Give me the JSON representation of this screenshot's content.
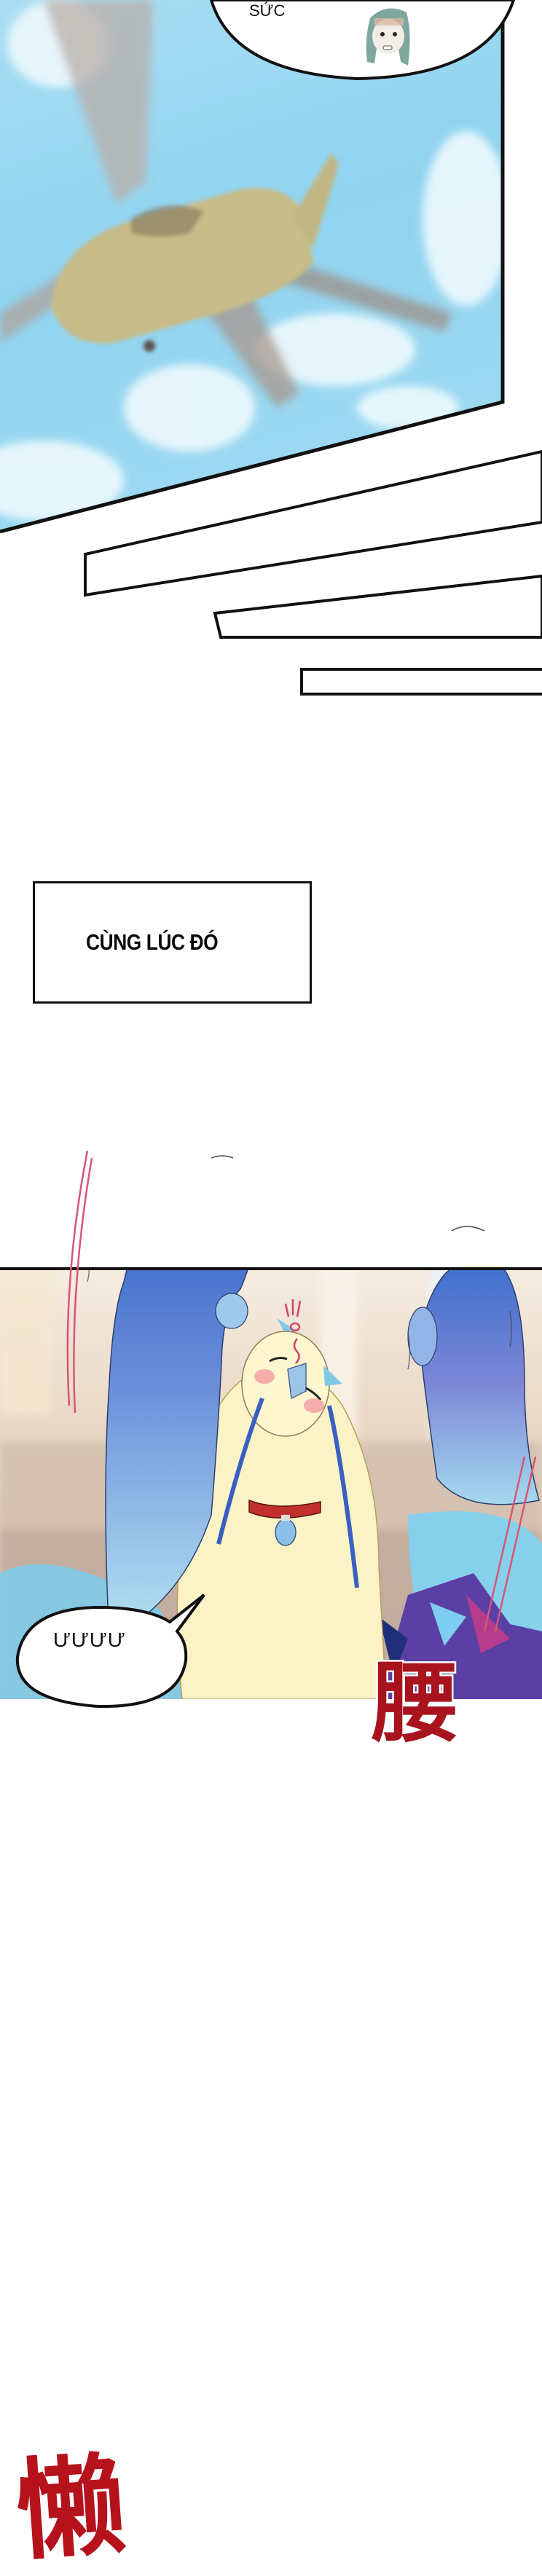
{
  "page": {
    "type": "comic-strip",
    "background": "#ffffff"
  },
  "panel_top": {
    "scene": "blurred helicopter flying in blue sky with clouds",
    "colors": {
      "sky": "#8fd4ef",
      "sky_light": "#d8f2fb",
      "helicopter": "#c9bd8a",
      "rotor": "#a89a8e",
      "border": "#111111"
    },
    "speech_bubble": {
      "text": "SỨC",
      "character": "grey-haired character face icon"
    }
  },
  "transition_stripes": {
    "count": 3,
    "stroke": "#111111"
  },
  "caption": {
    "text": "CÙNG LÚC ĐÓ"
  },
  "panel_bottom": {
    "scene": "fluffy yellow bird creature with blue wings stretching, indoor background",
    "colors": {
      "bg": "#efe3d2",
      "bird_body": "#fbf3c4",
      "wing_blue": "#3f72c9",
      "wing_light": "#a9d8ef",
      "blush": "#f3a2a8",
      "collar": "#c2302c",
      "sfx_red": "#b5121b"
    },
    "sfx_left": "懒",
    "sfx_right": "腰",
    "speech_bubble": {
      "text": "ƯƯƯƯ"
    }
  }
}
